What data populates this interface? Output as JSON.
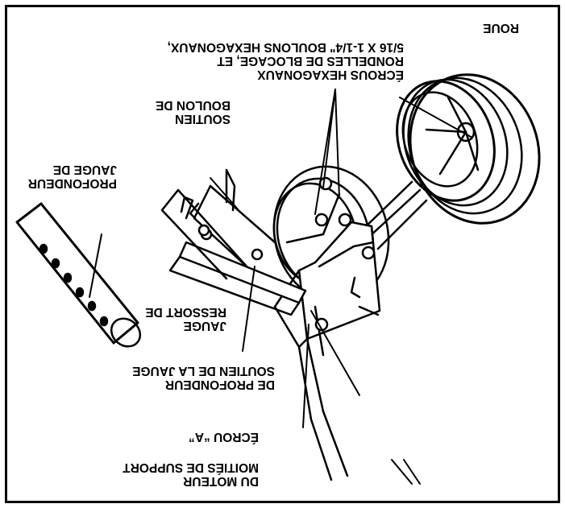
{
  "colors": {
    "ink": "#000000",
    "paper": "#ffffff"
  },
  "orientation": "upside-down",
  "labels": {
    "wheel": "ROUE",
    "hex_bolts": [
      "5/16 X 1-1/4\" BOULONS HEXAGONAUX,",
      "RONDELLES DE BLOCAGE, ET",
      "ÉCROUS HEXAGONAUX"
    ],
    "support_bolt": [
      "BOULON DE",
      "SOUTIEN"
    ],
    "depth_gauge": [
      "JAUGE DE",
      "PROFONDEUR"
    ],
    "gauge_spring": [
      "RESSORT DE",
      "JAUGE"
    ],
    "gauge_support": [
      "SOUTIEN DE LA JAUGE",
      "DE PROFONDEUR"
    ],
    "nut_a": "ÉCROU “A”",
    "motor_halves": [
      "MOITIÉS DE SUPPORT",
      "DU MOTEUR"
    ]
  }
}
